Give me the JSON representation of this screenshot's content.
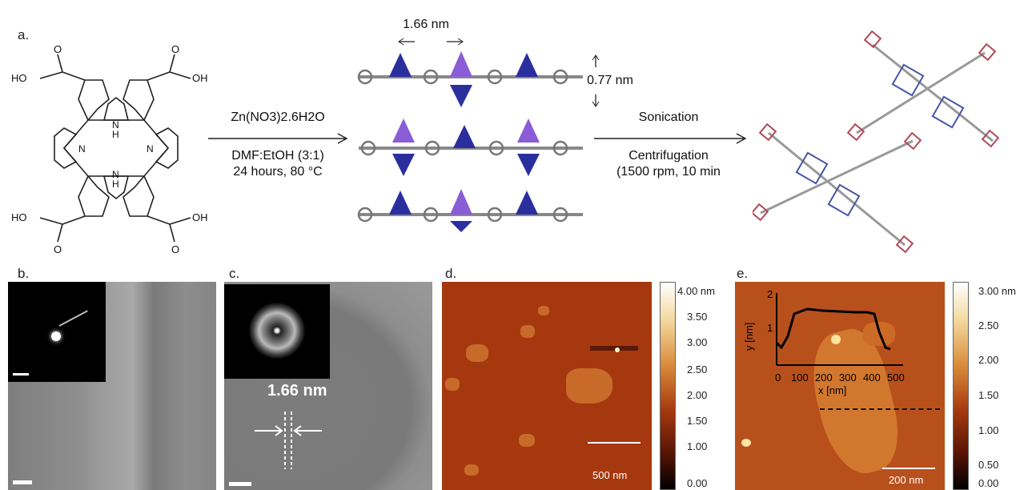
{
  "panel_a": {
    "label": "a.",
    "reagents_above_arrow": "Zn(NO3)2.6H2O",
    "conditions_below_arrow": [
      "DMF:EtOH (3:1)",
      "24 hours, 80 °C"
    ],
    "layer_spacing_lateral": "1.66 nm",
    "layer_spacing_vertical": "0.77 nm",
    "step2_above_arrow": "Sonication",
    "step2_below_arrow": [
      "Centrifugation",
      "(1500 rpm, 10 min"
    ],
    "molecule_labels": {
      "cooh": "OH",
      "nh": "N",
      "h": "H"
    }
  },
  "panel_b": {
    "label": "b."
  },
  "panel_c": {
    "label": "c.",
    "measurement": "1.66 nm"
  },
  "panel_d": {
    "label": "d.",
    "scale_bar": "500 nm",
    "colorbar_ticks": [
      "4.00 nm",
      "3.50",
      "3.00",
      "2.50",
      "2.00",
      "1.50",
      "1.00",
      "0.00"
    ]
  },
  "panel_e": {
    "label": "e.",
    "scale_bar": "200 nm",
    "colorbar_ticks": [
      "3.00 nm",
      "2.50",
      "2.00",
      "1.50",
      "1.00",
      "0.50",
      "0.00"
    ],
    "inset_profile": {
      "xlabel": "x [nm]",
      "ylabel": "y [nm]",
      "x_ticks": [
        "0",
        "100",
        "200",
        "300",
        "400",
        "500"
      ],
      "y_ticks": [
        "1",
        "2"
      ]
    }
  }
}
